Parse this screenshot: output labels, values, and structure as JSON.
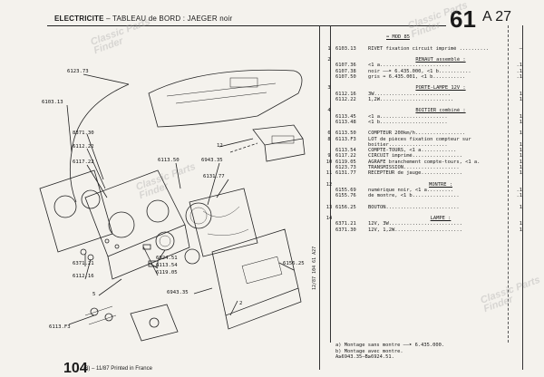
{
  "header": {
    "section": "ELECTRICITE",
    "subtitle": "– TABLEAU de BORD : JAEGER noir",
    "page_number": "61",
    "page_code": "A 27"
  },
  "footer": {
    "page": "104",
    "text": "(8) – 11/87 Printed in France",
    "side_code": "12/87 104 61 A27"
  },
  "watermark": {
    "line1": "Classic Parts",
    "line2": "Finder"
  },
  "diagram": {
    "callouts": [
      "6123.73",
      "6103.13",
      "8371.30",
      "6112.22",
      "6117.22",
      "6113.50",
      "6943.35",
      "12",
      "6131.77",
      "6371.21",
      "6112.16",
      "6924.51",
      "6113.54",
      "6119.05",
      "5",
      "6943.35",
      "2",
      "6156.25",
      "6113.F3"
    ]
  },
  "parts_list": [
    {
      "pos": "",
      "ref": "",
      "desc": "➡ MOD 85",
      "qty": "",
      "type": "mod"
    },
    {
      "pos": "",
      "ref": "",
      "desc": "",
      "qty": ""
    },
    {
      "pos": "1",
      "ref": "6103.13",
      "desc": "RIVET fixation circuit imprimé ..........",
      "qty": "–"
    },
    {
      "pos": "",
      "ref": "",
      "desc": "",
      "qty": ""
    },
    {
      "pos": "2",
      "ref": "",
      "desc": "RENAUT assemblé :",
      "qty": "",
      "type": "section"
    },
    {
      "pos": "",
      "ref": "6107.36",
      "desc": "<1 a........................",
      "qty": ".1"
    },
    {
      "pos": "",
      "ref": "6107.38",
      "desc": "noir ——➤ 6.435.000, <1 b...........",
      "qty": ".1"
    },
    {
      "pos": "",
      "ref": "6107.50",
      "desc": "gris ➡ 6.435.001, <1 b...........",
      "qty": ".1"
    },
    {
      "pos": "",
      "ref": "",
      "desc": "",
      "qty": ""
    },
    {
      "pos": "3",
      "ref": "",
      "desc": "PORTE-LAMPE 12V :",
      "qty": "",
      "type": "section"
    },
    {
      "pos": "",
      "ref": "6112.16",
      "desc": "3W..........................",
      "qty": "1"
    },
    {
      "pos": "",
      "ref": "6112.22",
      "desc": "1,2W.........................",
      "qty": "1"
    },
    {
      "pos": "",
      "ref": "",
      "desc": "",
      "qty": ""
    },
    {
      "pos": "4",
      "ref": "",
      "desc": "BOITIER combiné :",
      "qty": "",
      "type": "section"
    },
    {
      "pos": "",
      "ref": "6113.45",
      "desc": "<1 a.......................",
      "qty": "1"
    },
    {
      "pos": "",
      "ref": "6113.48",
      "desc": "<1 b.......................",
      "qty": "1"
    },
    {
      "pos": "",
      "ref": "",
      "desc": "",
      "qty": ""
    },
    {
      "pos": "6",
      "ref": "6113.50",
      "desc": "COMPTEUR 200km/h.................",
      "qty": "1"
    },
    {
      "pos": "8",
      "ref": "6113.F3",
      "desc": "LOT de pièces fixation compteur sur",
      "qty": ""
    },
    {
      "pos": "",
      "ref": "",
      "desc": "    boitier....................",
      "qty": "1"
    },
    {
      "pos": "",
      "ref": "6113.54",
      "desc": "COMPTE-TOURS, <1 a............",
      "qty": "1"
    },
    {
      "pos": "9",
      "ref": "6117.22",
      "desc": "CIRCUIT imprimé.................",
      "qty": "1"
    },
    {
      "pos": "10",
      "ref": "6119.05",
      "desc": "AGRAFE branchement compte-tours, <1 a.",
      "qty": "1"
    },
    {
      "pos": "",
      "ref": "6123.73",
      "desc": "TRANSMISSION...................",
      "qty": "1"
    },
    {
      "pos": "11",
      "ref": "6131.77",
      "desc": "RECEPTEUR de jauge..............",
      "qty": "1"
    },
    {
      "pos": "",
      "ref": "",
      "desc": "",
      "qty": ""
    },
    {
      "pos": "12",
      "ref": "",
      "desc": "MONTRE :",
      "qty": "",
      "type": "section"
    },
    {
      "pos": "",
      "ref": "6155.69",
      "desc": "numérique noir, <1 a.........",
      "qty": ".1"
    },
    {
      "pos": "",
      "ref": "6155.76",
      "desc": "de montre, <1 b................",
      "qty": ".1"
    },
    {
      "pos": "",
      "ref": "",
      "desc": "",
      "qty": ""
    },
    {
      "pos": "13",
      "ref": "6156.25",
      "desc": "BOUTON.........................",
      "qty": "1"
    },
    {
      "pos": "",
      "ref": "",
      "desc": "",
      "qty": ""
    },
    {
      "pos": "14",
      "ref": "",
      "desc": "LAMPE :",
      "qty": "",
      "type": "section"
    },
    {
      "pos": "",
      "ref": "6371.21",
      "desc": "12V, 3W.........................",
      "qty": "1"
    },
    {
      "pos": "",
      "ref": "6371.30",
      "desc": "12V, 1,2W.......................",
      "qty": "1"
    }
  ],
  "notes": [
    "a) Montage sans montre ——➤ 6.435.000.",
    "b) Montage avec montre.",
    "A≥6943.35–B≥6924.51."
  ]
}
